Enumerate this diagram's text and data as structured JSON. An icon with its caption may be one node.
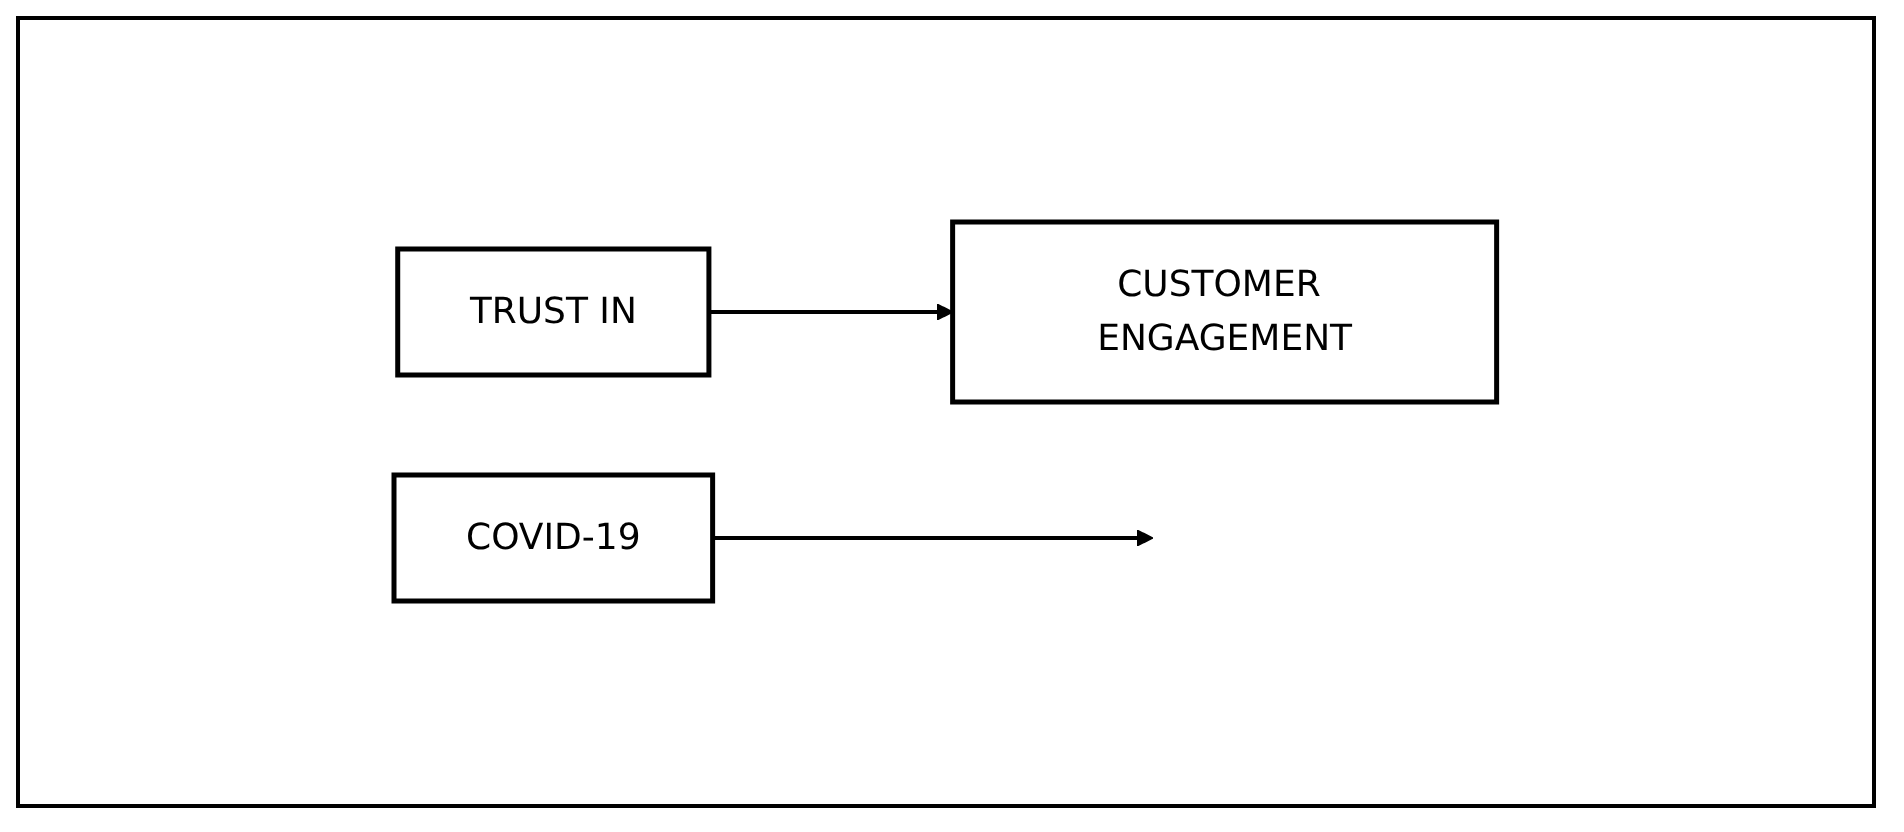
{
  "diagram": {
    "nodes": [
      {
        "text": [
          "TRUST IN"
        ]
      },
      {
        "text": [
          "CUSTOMER ENGAGEMENT"
        ]
      },
      {
        "text": [
          "COVID-19"
        ]
      }
    ],
    "edges": [
      {
        "from": 0,
        "to": 1,
        "arrow": "to"
      },
      {
        "from": 2,
        "to": null,
        "arrow": "to"
      }
    ]
  }
}
